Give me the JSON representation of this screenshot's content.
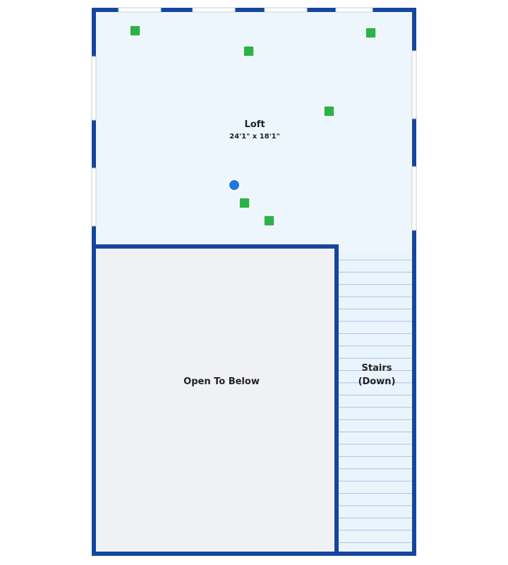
{
  "colors": {
    "wall": "#1446a0",
    "loft_fill": "#eef6fd",
    "open_fill": "#f0f1f4",
    "stairs_fill": "#eaf4fc",
    "stair_line": "#a8c4e4",
    "window": "#ffffff",
    "window_edge": "#c9cdd3",
    "sensor": "#2db24a",
    "location_dot": "#1f74e6"
  },
  "rooms": {
    "loft": {
      "name": "Loft",
      "dimensions": "24'1\" x 18'1\""
    },
    "open_to_below": {
      "name": "Open To Below"
    },
    "stairs": {
      "name_line1": "Stairs",
      "name_line2": "(Down)"
    }
  },
  "icons": {
    "sensor": "green-square-sensor-icon",
    "location": "blue-dot-location-icon"
  }
}
